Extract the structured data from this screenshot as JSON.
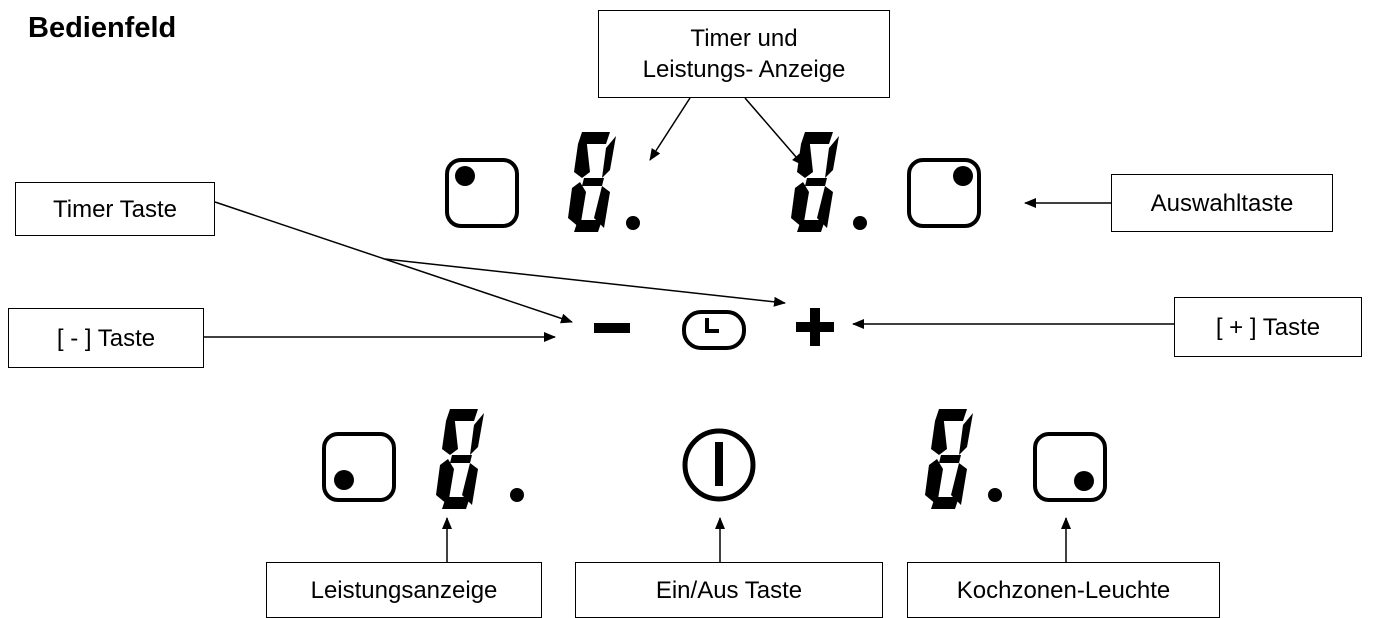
{
  "title": "Bedienfeld",
  "labels": {
    "timer_display": [
      "Timer und",
      "Leistungs- Anzeige"
    ],
    "timer_key": "Timer Taste",
    "select_key": "Auswahltaste",
    "minus_key": "[ - ] Taste",
    "plus_key": "[ + ] Taste",
    "power_display": "Leistungsanzeige",
    "onoff_key": "Ein/Aus Taste",
    "zone_light": "Kochzonen-Leuchte"
  },
  "display_digit": "8.",
  "colors": {
    "ink": "#000000",
    "background": "#ffffff"
  },
  "icons": {
    "zone_button": "square-dot-icon",
    "minus": "minus-icon",
    "timer": "clock-icon",
    "plus": "plus-icon",
    "power": "power-icon"
  }
}
